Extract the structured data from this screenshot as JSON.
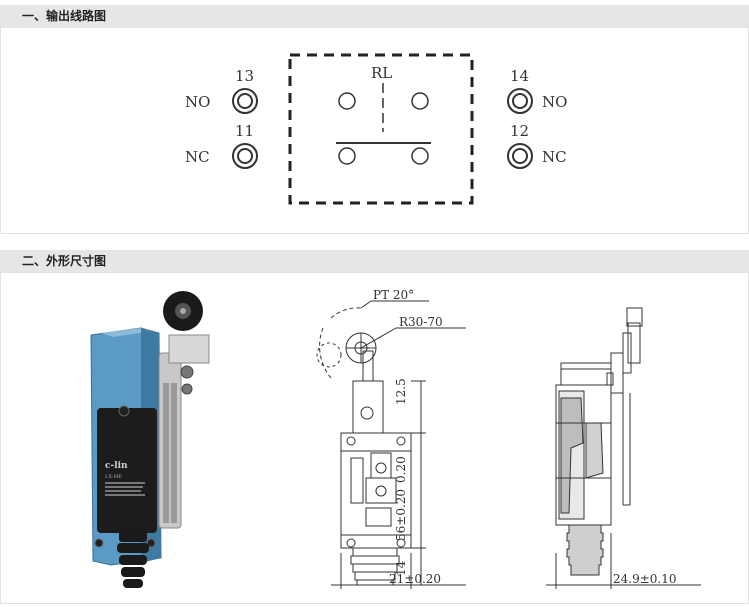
{
  "sections": {
    "wiring_title": "一、输出线路图",
    "dimension_title": "二、外形尺寸图"
  },
  "wiring": {
    "left_top_number": "13",
    "left_top_label": "NO",
    "left_bottom_number": "11",
    "left_bottom_label": "NC",
    "right_top_number": "14",
    "right_top_label": "NO",
    "right_bottom_number": "12",
    "right_bottom_label": "NC",
    "center_label": "RL"
  },
  "product": {
    "brand": "c-lin",
    "model": "LX-ME",
    "maker_text": "欣灵电气股份有限公司"
  },
  "dimensions": {
    "angle": "PT 20°",
    "radius": "R30-70",
    "lever_height": "12.5",
    "body_height_1": "0.20",
    "body_height_2": "56±0.20",
    "bottom_height": "14",
    "width_front": "21±0.20",
    "width_side": "24.9±0.10"
  },
  "colors": {
    "section_bar": "#e6e6e6",
    "body_blue": "#5a9ac4",
    "body_black": "#1c1c1c",
    "line": "#333333"
  }
}
